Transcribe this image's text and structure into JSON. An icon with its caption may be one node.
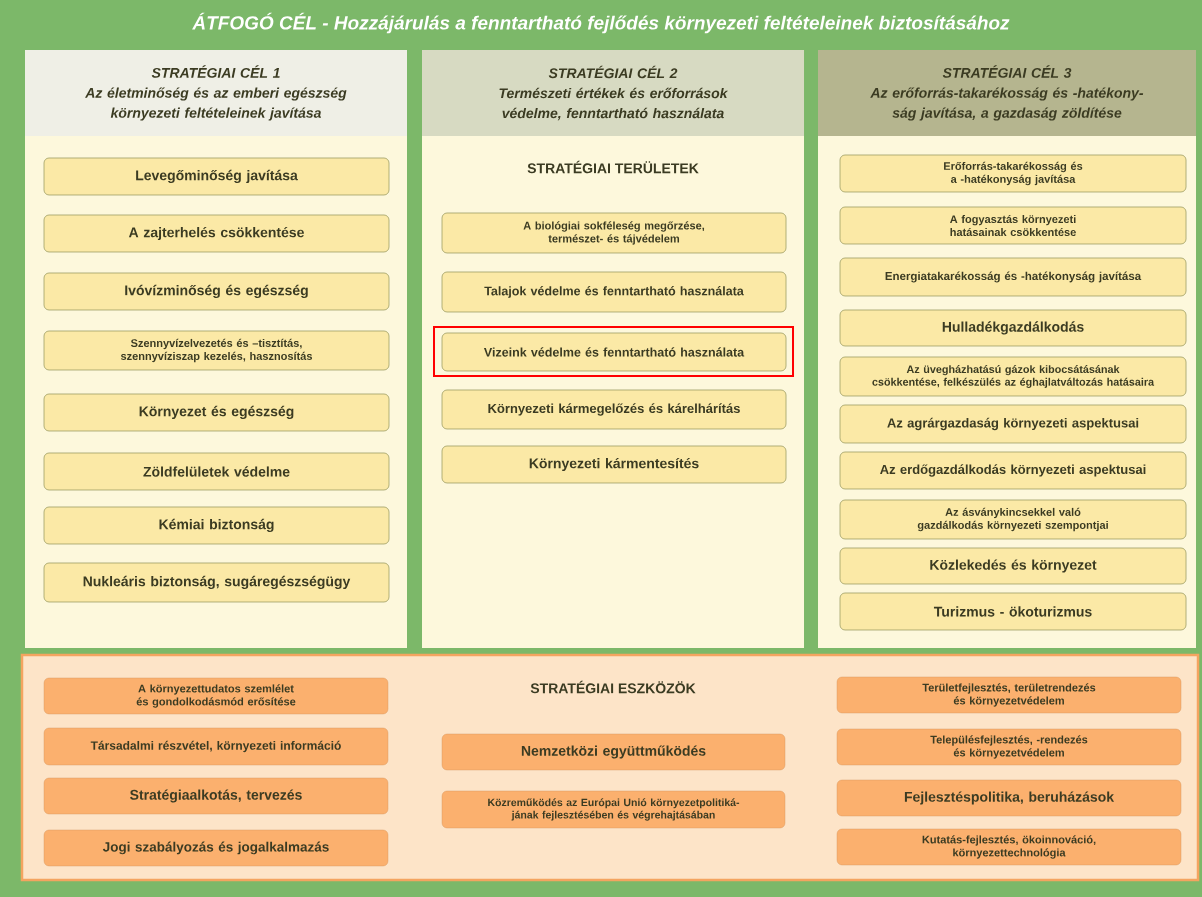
{
  "diagram": {
    "title": "ÁTFOGÓ CÉL - Hozzájárulás a fenntartható fejlődés környezeti feltételeinek biztosításához",
    "nodes": [
      {
        "text": [
          "STRATÉGIAI CÉL 1",
          "Az életminőség és az emberi egészség környezeti feltételeinek javítása"
        ]
      },
      {
        "text": [
          "Levegőminőség javítása"
        ],
        "in": 0
      },
      {
        "text": [
          "A zajterhelés csökkentése"
        ],
        "in": 0
      },
      {
        "text": [
          "Ivóvízminőség és egészség"
        ],
        "in": 0
      },
      {
        "text": [
          "Szennyvízelvezetés és –tisztítás, szennyvíziszap kezelés, hasznosítás"
        ],
        "in": 0
      },
      {
        "text": [
          "Környezet és egészség"
        ],
        "in": 0
      },
      {
        "text": [
          "Zöldfelületek védelme"
        ],
        "in": 0
      },
      {
        "text": [
          "Kémiai biztonság"
        ],
        "in": 0
      },
      {
        "text": [
          "Nukleáris biztonság, sugáregészségügy"
        ],
        "in": 0
      },
      {
        "text": [
          "STRATÉGIAI CÉL 2",
          "Természeti értékek és erőforrások védelme, fenntartható használata"
        ]
      },
      {
        "text": [
          "A biológiai sokféleség megőrzése, természet- és tájvédelem"
        ],
        "in": 9
      },
      {
        "text": [
          "Talajok védelme és fenntartható használata"
        ],
        "in": 9
      },
      {
        "text": [
          "Vizeink védelme és fenntartható használata"
        ],
        "in": 9
      },
      {
        "text": [
          "Környezeti kármegelőzés és kárelhárítás"
        ],
        "in": 9
      },
      {
        "text": [
          "Környezeti kármentesítés"
        ],
        "in": 9
      },
      {
        "text": [
          "STRATÉGIAI CÉL 3",
          "Az erőforrás-takarékosság és -hatékony-ság javítása, a gazdaság zöldítése"
        ]
      },
      {
        "text": [
          "Erőforrás-takarékosság és a -hatékonyság javítása"
        ],
        "in": 15
      },
      {
        "text": [
          "A fogyasztás környezeti hatásainak csökkentése"
        ],
        "in": 15
      },
      {
        "text": [
          "Energiatakarékosság és -hatékonyság javítása"
        ],
        "in": 15
      },
      {
        "text": [
          "Hulladékgazdálkodás"
        ],
        "in": 15
      },
      {
        "text": [
          "Az üvegházhatású gázok kibocsátásának csökkentése, felkészülés az éghajlatváltozás hatásaira"
        ],
        "in": 15
      },
      {
        "text": [
          "Az agrárgazdaság környezeti aspektusai"
        ],
        "in": 15
      },
      {
        "text": [
          "Az erdőgazdálkodás környezeti aspektusai"
        ],
        "in": 15
      },
      {
        "text": [
          "Az ásványkincsekkel való gazdálkodás környezeti szempontjai"
        ],
        "in": 15
      },
      {
        "text": [
          "Közlekedés és környezet"
        ],
        "in": 15
      },
      {
        "text": [
          "Turizmus - ökoturizmus"
        ],
        "in": 15
      },
      {
        "text": [
          "STRATÉGIAI ESZKÖZÖK"
        ]
      },
      {
        "text": [
          "A környezettudatos szemlélet és gondolkodásmód erősítése"
        ],
        "in": 26
      },
      {
        "text": [
          "Társadalmi részvétel, környezeti információ"
        ],
        "in": 26
      },
      {
        "text": [
          "Stratégiaalkotás, tervezés"
        ],
        "in": 26
      },
      {
        "text": [
          "Jogi szabályozás és jogalkalmazás"
        ],
        "in": 26
      },
      {
        "text": [
          "Nemzetközi együttműködés"
        ],
        "in": 26
      },
      {
        "text": [
          "Közreműködés az Európai Unió környezetpolitiká-jának fejlesztésében és végrehajtásában"
        ],
        "in": 26
      },
      {
        "text": [
          "Területfejlesztés, területrendezés és környezetvédelem"
        ],
        "in": 26
      },
      {
        "text": [
          "Településfejlesztés, -rendezés és környezetvédelem"
        ],
        "in": 26
      },
      {
        "text": [
          "Fejlesztéspolitika, beruházások"
        ],
        "in": 26
      },
      {
        "text": [
          "Kutatás-fejlesztés, ökoinnováció, környezettechnológia"
        ],
        "in": 26
      }
    ],
    "labels": [
      "STRATÉGIAI TERÜLETEK"
    ]
  }
}
